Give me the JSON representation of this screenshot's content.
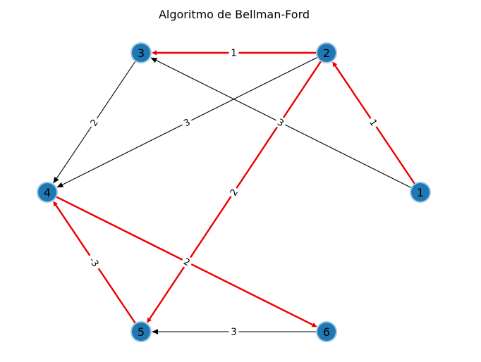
{
  "title": "Algoritmo de Bellman-Ford",
  "colors": {
    "node_fill": "#1f77b4",
    "node_ring": "#9ecae1",
    "edge_default": "#000000",
    "edge_highlight": "#ee0000",
    "label_bg": "#ffffff"
  },
  "nodes": [
    {
      "id": "1",
      "label": "1"
    },
    {
      "id": "2",
      "label": "2"
    },
    {
      "id": "3",
      "label": "3"
    },
    {
      "id": "4",
      "label": "4"
    },
    {
      "id": "5",
      "label": "5"
    },
    {
      "id": "6",
      "label": "6"
    }
  ],
  "edges": [
    {
      "from": "1",
      "to": "3",
      "weight": "3",
      "highlight": false
    },
    {
      "from": "3",
      "to": "4",
      "weight": "2",
      "highlight": false
    },
    {
      "from": "2",
      "to": "4",
      "weight": "3",
      "highlight": false
    },
    {
      "from": "6",
      "to": "5",
      "weight": "3",
      "highlight": false
    },
    {
      "from": "2",
      "to": "3",
      "weight": "1",
      "highlight": true
    },
    {
      "from": "1",
      "to": "2",
      "weight": "1",
      "highlight": true
    },
    {
      "from": "2",
      "to": "5",
      "weight": "2",
      "highlight": true
    },
    {
      "from": "5",
      "to": "4",
      "weight": "-3",
      "highlight": true
    },
    {
      "from": "4",
      "to": "6",
      "weight": "2",
      "highlight": true
    }
  ]
}
